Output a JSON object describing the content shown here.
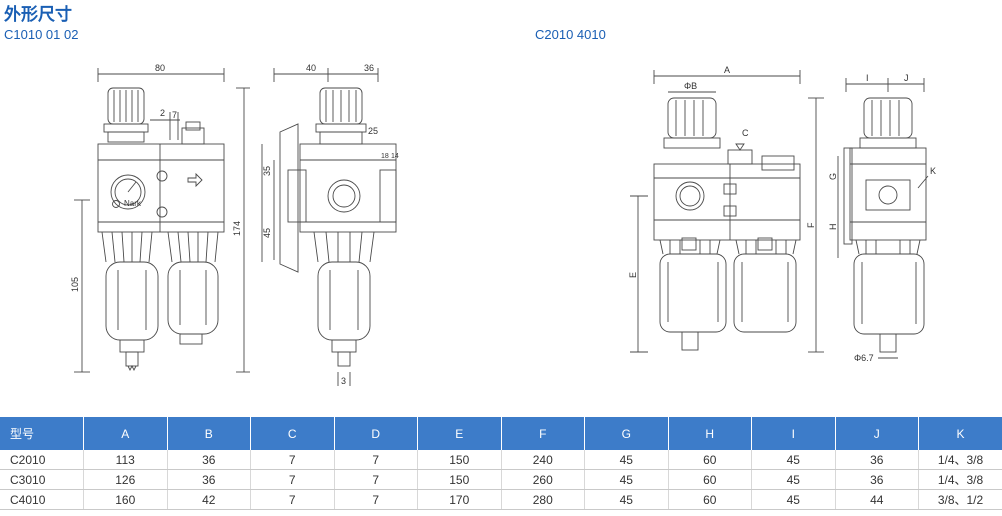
{
  "page": {
    "title": "外形尺寸",
    "model_left": "C1010 01 02",
    "model_right": "C2010 4010"
  },
  "drawing_left": {
    "dims": {
      "width_80": "80",
      "d_2": "2",
      "d_7": "7",
      "d_174": "174",
      "d_105": "105",
      "d_40": "40",
      "d_36": "36",
      "d_25": "25",
      "d_35": "35",
      "d_45": "45",
      "d_18": "18",
      "d_14": "14",
      "d_3": "3"
    },
    "labels": {
      "nark": "Nark"
    }
  },
  "drawing_right": {
    "dims": {
      "A": "A",
      "B": "ΦB",
      "C": "C",
      "E": "E",
      "F": "F",
      "G": "G",
      "H": "H",
      "I": "I",
      "J": "J",
      "K": "K",
      "phi67": "Φ6.7"
    }
  },
  "spec_table": {
    "headers": [
      "型号",
      "A",
      "B",
      "C",
      "D",
      "E",
      "F",
      "G",
      "H",
      "I",
      "J",
      "K"
    ],
    "rows": [
      [
        "C2010",
        "113",
        "36",
        "7",
        "7",
        "150",
        "240",
        "45",
        "60",
        "45",
        "36",
        "1/4、3/8"
      ],
      [
        "C3010",
        "126",
        "36",
        "7",
        "7",
        "150",
        "260",
        "45",
        "60",
        "45",
        "36",
        "1/4、3/8"
      ],
      [
        "C4010",
        "160",
        "42",
        "7",
        "7",
        "170",
        "280",
        "45",
        "60",
        "45",
        "44",
        "3/8、1/2"
      ]
    ]
  }
}
